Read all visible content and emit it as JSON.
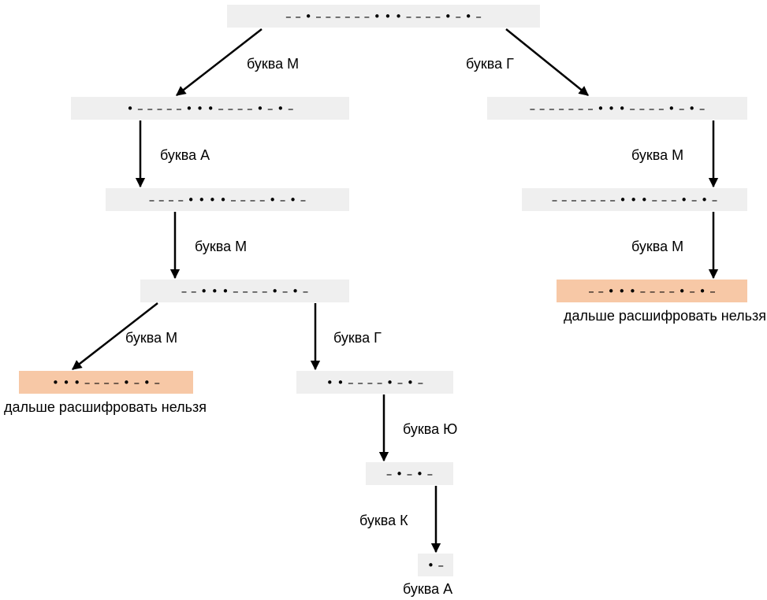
{
  "nodes": [
    {
      "id": "root",
      "code": "– – • – – – – – – • • • – – – – • – • –",
      "kind": "normal"
    },
    {
      "id": "n1",
      "code": "• – – – – – • • • – – – – • – • –",
      "kind": "normal"
    },
    {
      "id": "n2",
      "code": "– – – – – – – • • • – – – – • – • –",
      "kind": "normal"
    },
    {
      "id": "n3",
      "code": "– – – – • • • • – – – – • – • –",
      "kind": "normal"
    },
    {
      "id": "n4",
      "code": "– – – – – – – • • • – – – • – • –",
      "kind": "normal"
    },
    {
      "id": "n5",
      "code": "– – • • • – – – – • – • –",
      "kind": "normal"
    },
    {
      "id": "n6",
      "code": "– – • • • – – – – • – • –",
      "kind": "dead"
    },
    {
      "id": "n7",
      "code": "• • • – – – – • – • –",
      "kind": "dead"
    },
    {
      "id": "n8",
      "code": "• • – – – – • – • –",
      "kind": "normal"
    },
    {
      "id": "n9",
      "code": "– • – • –",
      "kind": "normal"
    },
    {
      "id": "n10",
      "code": "• –",
      "kind": "normal"
    }
  ],
  "edge_labels": {
    "e1": "буква М",
    "e2": "буква Г",
    "e3": "буква А",
    "e4": "буква М",
    "e5": "буква М",
    "e6": "буква Г",
    "e7": "буква М",
    "e8": "буква М",
    "e9": "буква Ю",
    "e10": "буква К"
  },
  "notes": {
    "dead_right": "дальше расшифровать нельзя",
    "dead_left": "дальше расшифровать нельзя",
    "final": "буква А"
  }
}
